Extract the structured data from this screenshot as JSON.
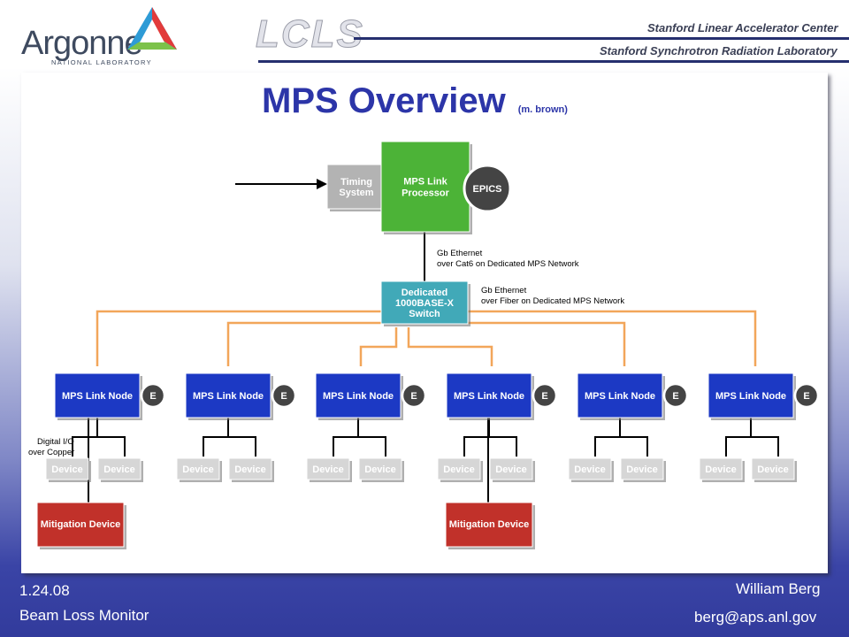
{
  "header": {
    "argonne_name": "Argonne",
    "argonne_sub": "NATIONAL LABORATORY",
    "lcls": "LCLS",
    "slac_line1": "Stanford Linear Accelerator Center",
    "slac_line2": "Stanford Synchrotron Radiation Laboratory"
  },
  "slide": {
    "title": "MPS Overview",
    "author": "(m. brown)"
  },
  "diagram": {
    "timing": [
      "Timing",
      "System"
    ],
    "processor": [
      "MPS Link",
      "Processor"
    ],
    "epics": "EPICS",
    "switch": [
      "Dedicated",
      "1000BASE-X",
      "Switch"
    ],
    "eth_cat6": [
      "Gb Ethernet",
      "over Cat6 on Dedicated MPS Network"
    ],
    "eth_fiber": [
      "Gb Ethernet",
      "over Fiber on Dedicated MPS Network"
    ],
    "digital_io": [
      "Digital I/O",
      "over Copper"
    ],
    "link_node": "MPS Link Node",
    "e_label": "E",
    "device": "Device",
    "mitigation": "Mitigation Device",
    "colors": {
      "node_blue": "#1c39c4",
      "processor_green": "#4cb337",
      "switch_teal": "#41a9b8",
      "timing_gray": "#b3b3b3",
      "mitigation_red": "#c1312a",
      "fiber_orange": "#f2a65a"
    }
  },
  "footer": {
    "date": "1.24.08",
    "topic": "Beam Loss Monitor",
    "name": "William Berg",
    "email": "berg@aps.anl.gov"
  }
}
